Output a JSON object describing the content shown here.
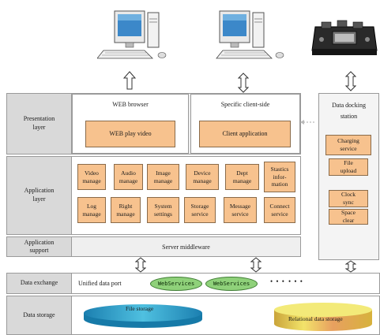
{
  "devices": [
    {
      "name": "pc-1"
    },
    {
      "name": "pc-2"
    },
    {
      "name": "docking-station-device"
    }
  ],
  "layers": {
    "presentation": {
      "label": "Presentation\nlayer",
      "web_browser": {
        "title": "WEB browser",
        "button": "WEB play video"
      },
      "client_side": {
        "title": "Specific client-side",
        "button": "Client application"
      }
    },
    "application": {
      "label": "Application\nlayer",
      "modules": [
        "Video\nmanage",
        "Audio\nmanage",
        "Image\nmanage",
        "Device\nmanage",
        "Dept\nmanage",
        "Stastics\ninfor-\nmation",
        "Log\nmanage",
        "Right\nmanage",
        "System\nsettings",
        "Storage\nservice",
        "Message\nservice",
        "Connect\nservice"
      ]
    },
    "support": {
      "label": "Application\nsupport",
      "middleware": "Server middleware"
    },
    "exchange": {
      "label": "Data exchange",
      "port": "Unified data port",
      "services": [
        "WebServices",
        "WebServices"
      ],
      "dots_small": "• • •",
      "dots_large": "• • •"
    },
    "storage": {
      "label": "Data storage",
      "file": "File storage",
      "relational": "Relational data storage"
    }
  },
  "docking_station": {
    "title": "Data docking\nstation",
    "items": [
      "Charging\nservice",
      "File\nupload",
      "Clock\nsync",
      "Space\nclear"
    ]
  },
  "colors": {
    "module_fill": "#f7c28e",
    "band_fill": "#efefef",
    "label_fill": "#d9d9d9",
    "ws_fill": "#8fd17a",
    "file_disk": "#2fa6c9",
    "relational_disk": "#e7d54a"
  }
}
